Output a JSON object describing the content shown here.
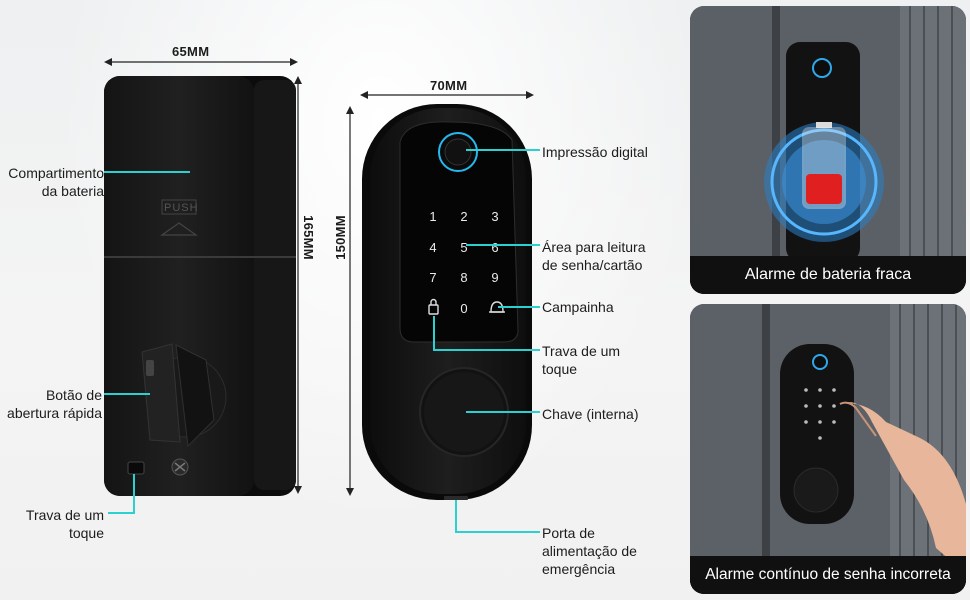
{
  "dimensions": {
    "back_width": "65MM",
    "back_height": "165MM",
    "front_width": "70MM",
    "front_height": "150MM"
  },
  "back_unit": {
    "push_text": "PUSH",
    "labels": {
      "battery_line1": "Compartimento",
      "battery_line2": "da bateria",
      "quick_line1": "Botão de",
      "quick_line2": "abertura rápida",
      "lock_line1": "Trava de um",
      "lock_line2": "toque"
    }
  },
  "front_unit": {
    "keys": [
      "1",
      "2",
      "3",
      "4",
      "5",
      "6",
      "7",
      "8",
      "9",
      "0"
    ],
    "labels": {
      "fingerprint": "Impressão digital",
      "keypad_line1": "Área para leitura",
      "keypad_line2": "de senha/cartão",
      "doorbell": "Campainha",
      "lock_line1": "Trava de um",
      "lock_line2": "toque",
      "key": "Chave (interna)",
      "port_line1": "Porta de",
      "port_line2": "alimentação de",
      "port_line3": "emergência"
    }
  },
  "panels": {
    "battery_alarm": "Alarme de bateria fraca",
    "password_alarm": "Alarme contínuo de senha incorreta"
  },
  "colors": {
    "accent": "#2bd1d0",
    "lock_body": "#1b1b1b",
    "battery_red": "#e02020",
    "panel_caption_bg": "#101010"
  }
}
